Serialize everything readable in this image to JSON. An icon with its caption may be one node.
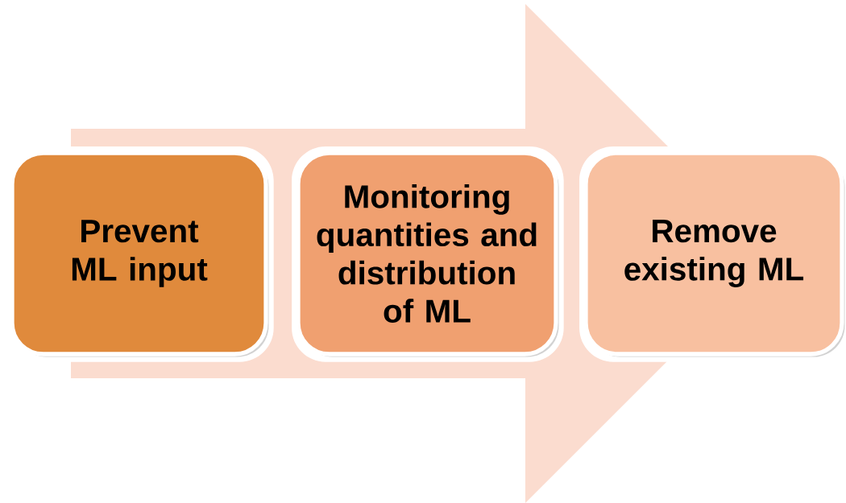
{
  "diagram": {
    "nodes": [
      {
        "text": [
          "Prevent ML input"
        ]
      },
      {
        "text": [
          "Monitoring quantities and distribution of ML"
        ]
      },
      {
        "text": [
          "Remove existing ML"
        ]
      }
    ],
    "edges": [
      {
        "from": 0,
        "to": 2,
        "arrow": "to"
      }
    ]
  }
}
